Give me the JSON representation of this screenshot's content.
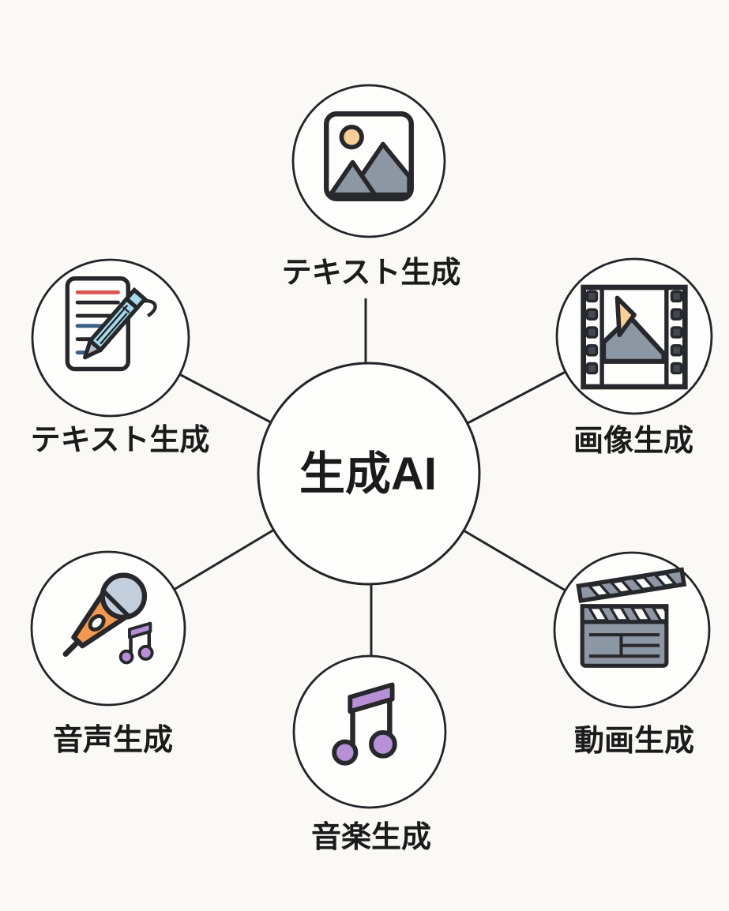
{
  "diagram": {
    "title": "生成AI",
    "background_color": "#FAF9F6",
    "outline_color": "#23252A",
    "text_color": "#1B1B1B",
    "nodes": [
      {
        "position": "top",
        "label": "テキスト生成",
        "icon": "picture-icon"
      },
      {
        "position": "top-right",
        "label": "画像生成",
        "icon": "film-strip-icon"
      },
      {
        "position": "bottom-right",
        "label": "動画生成",
        "icon": "clapperboard-icon"
      },
      {
        "position": "bottom",
        "label": "音楽生成",
        "icon": "music-notes-icon"
      },
      {
        "position": "bottom-left",
        "label": "音声生成",
        "icon": "microphone-icon"
      },
      {
        "position": "top-left",
        "label": "テキスト生成",
        "icon": "pencil-document-icon"
      }
    ],
    "colors": {
      "slate_gray": "#8D96A3",
      "peach": "#F9CE97",
      "purple": "#B78FD6",
      "orange": "#F3984F",
      "mic_head_blue": "#C3CEDC",
      "pencil_blue": "#A7DAEC",
      "pencil_tip_gray": "#B9BEC6",
      "paper_line_red": "#D95550",
      "paper_line_blue": "#3A5F82",
      "film_hole_dark": "#434851",
      "node_fill": "#FEFEFC"
    }
  }
}
